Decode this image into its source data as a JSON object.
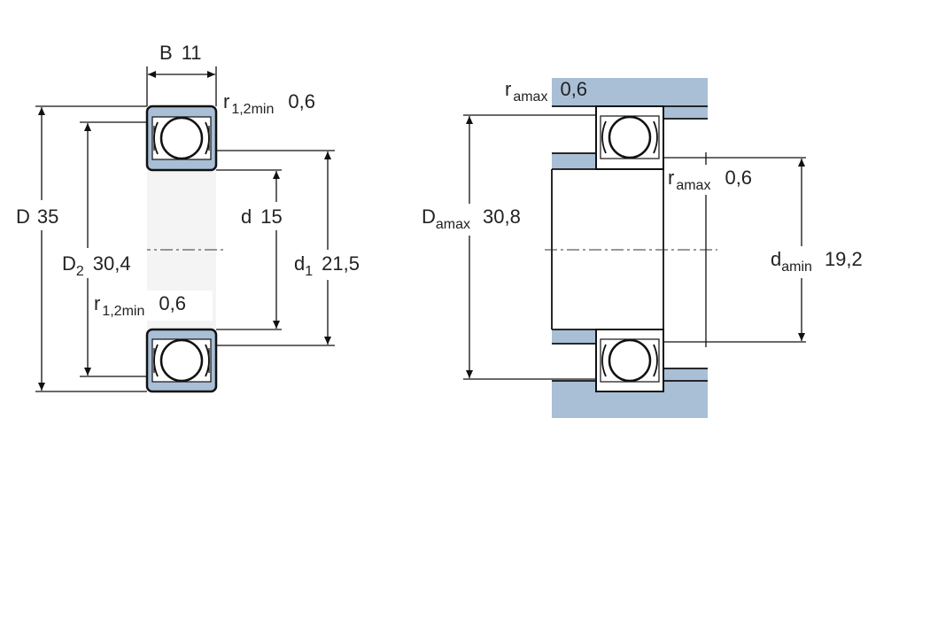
{
  "left_view": {
    "B": {
      "symbol": "B",
      "value": "11"
    },
    "r12_top": {
      "symbol": "r",
      "subscript": "1,2min",
      "value": "0,6"
    },
    "D": {
      "symbol": "D",
      "value": "35"
    },
    "D2": {
      "symbol": "D",
      "subscript": "2",
      "value": "30,4"
    },
    "d": {
      "symbol": "d",
      "value": "15"
    },
    "d1": {
      "symbol": "d",
      "subscript": "1",
      "value": "21,5"
    },
    "r12_bottom": {
      "symbol": "r",
      "subscript": "1,2min",
      "value": "0,6"
    }
  },
  "right_view": {
    "ra_top": {
      "symbol": "r",
      "subscript": "amax",
      "value": "0,6"
    },
    "ra_mid": {
      "symbol": "r",
      "subscript": "amax",
      "value": "0,6"
    },
    "Da": {
      "symbol": "D",
      "subscript": "amax",
      "value": "30,8"
    },
    "da": {
      "symbol": "d",
      "subscript": "amin",
      "value": "19,2"
    }
  },
  "colors": {
    "housing_hatch": "#a9bfd6",
    "line": "#111111"
  }
}
